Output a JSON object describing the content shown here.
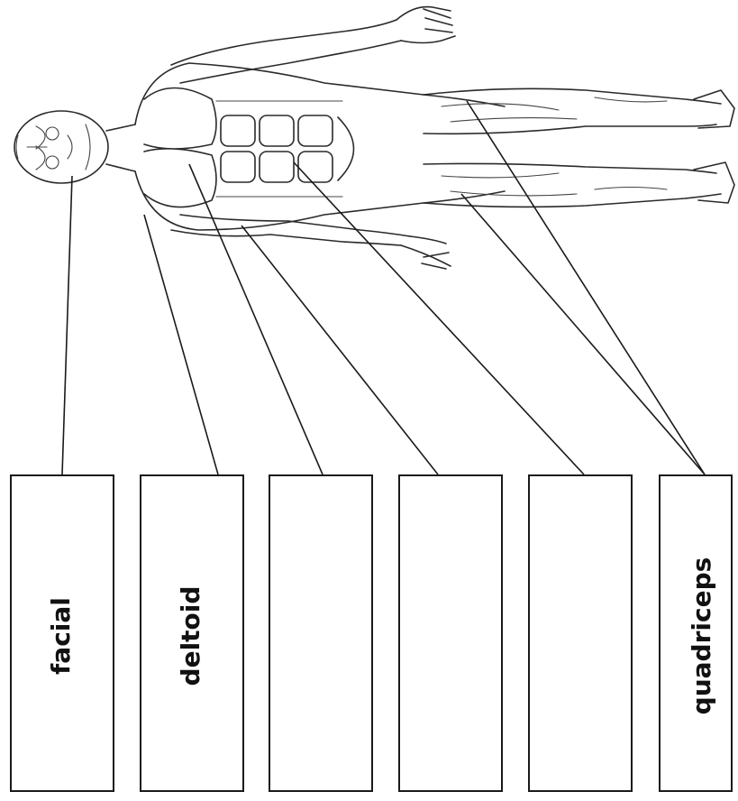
{
  "labels": [
    {
      "text": "facial"
    },
    {
      "text": "deltoid"
    },
    {
      "text": ""
    },
    {
      "text": ""
    },
    {
      "text": ""
    },
    {
      "text": "quadriceps"
    }
  ]
}
